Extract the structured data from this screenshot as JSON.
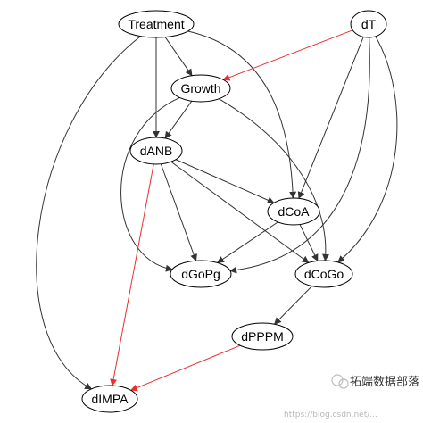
{
  "diagram": {
    "edge_color_default": "#333333",
    "edge_color_highlight": "#e53030",
    "node_border_color": "#000000",
    "nodes": [
      {
        "id": "Treatment",
        "label": "Treatment"
      },
      {
        "id": "dT",
        "label": "dT"
      },
      {
        "id": "Growth",
        "label": "Growth"
      },
      {
        "id": "dANB",
        "label": "dANB"
      },
      {
        "id": "dCoA",
        "label": "dCoA"
      },
      {
        "id": "dGoPg",
        "label": "dGoPg"
      },
      {
        "id": "dCoGo",
        "label": "dCoGo"
      },
      {
        "id": "dPPPM",
        "label": "dPPPM"
      },
      {
        "id": "dIMPA",
        "label": "dIMPA"
      }
    ],
    "edges": [
      {
        "from": "Treatment",
        "to": "Growth",
        "highlight": false
      },
      {
        "from": "Treatment",
        "to": "dANB",
        "highlight": false
      },
      {
        "from": "Treatment",
        "to": "dCoA",
        "highlight": false
      },
      {
        "from": "Treatment",
        "to": "dIMPA",
        "highlight": false
      },
      {
        "from": "dT",
        "to": "Growth",
        "highlight": true
      },
      {
        "from": "dT",
        "to": "dCoA",
        "highlight": false
      },
      {
        "from": "dT",
        "to": "dGoPg",
        "highlight": false
      },
      {
        "from": "dT",
        "to": "dCoGo",
        "highlight": false
      },
      {
        "from": "Growth",
        "to": "dANB",
        "highlight": false
      },
      {
        "from": "Growth",
        "to": "dGoPg",
        "highlight": false
      },
      {
        "from": "Growth",
        "to": "dCoGo",
        "highlight": false
      },
      {
        "from": "dANB",
        "to": "dCoA",
        "highlight": false
      },
      {
        "from": "dANB",
        "to": "dGoPg",
        "highlight": false
      },
      {
        "from": "dANB",
        "to": "dCoGo",
        "highlight": false
      },
      {
        "from": "dANB",
        "to": "dIMPA",
        "highlight": true
      },
      {
        "from": "dCoA",
        "to": "dGoPg",
        "highlight": false
      },
      {
        "from": "dCoA",
        "to": "dCoGo",
        "highlight": false
      },
      {
        "from": "dCoGo",
        "to": "dPPPM",
        "highlight": false
      },
      {
        "from": "dPPPM",
        "to": "dIMPA",
        "highlight": true
      }
    ]
  },
  "watermark": {
    "icon": "wechat-logo-icon",
    "text": "拓端数据部落",
    "url_text": "https://blog.csdn.net/..."
  }
}
